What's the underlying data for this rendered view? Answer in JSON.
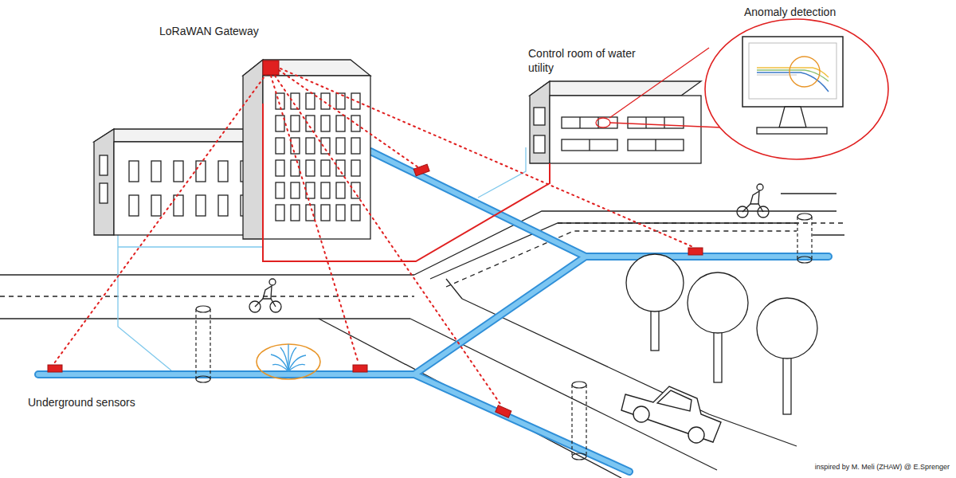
{
  "diagram": {
    "labels": [
      "LoRaWAN Gateway",
      "Control room of water utility",
      "Anomaly detection",
      "Underground sensors",
      "inspired by M. Meli (ZHAW) @ E.Sprenger"
    ]
  }
}
